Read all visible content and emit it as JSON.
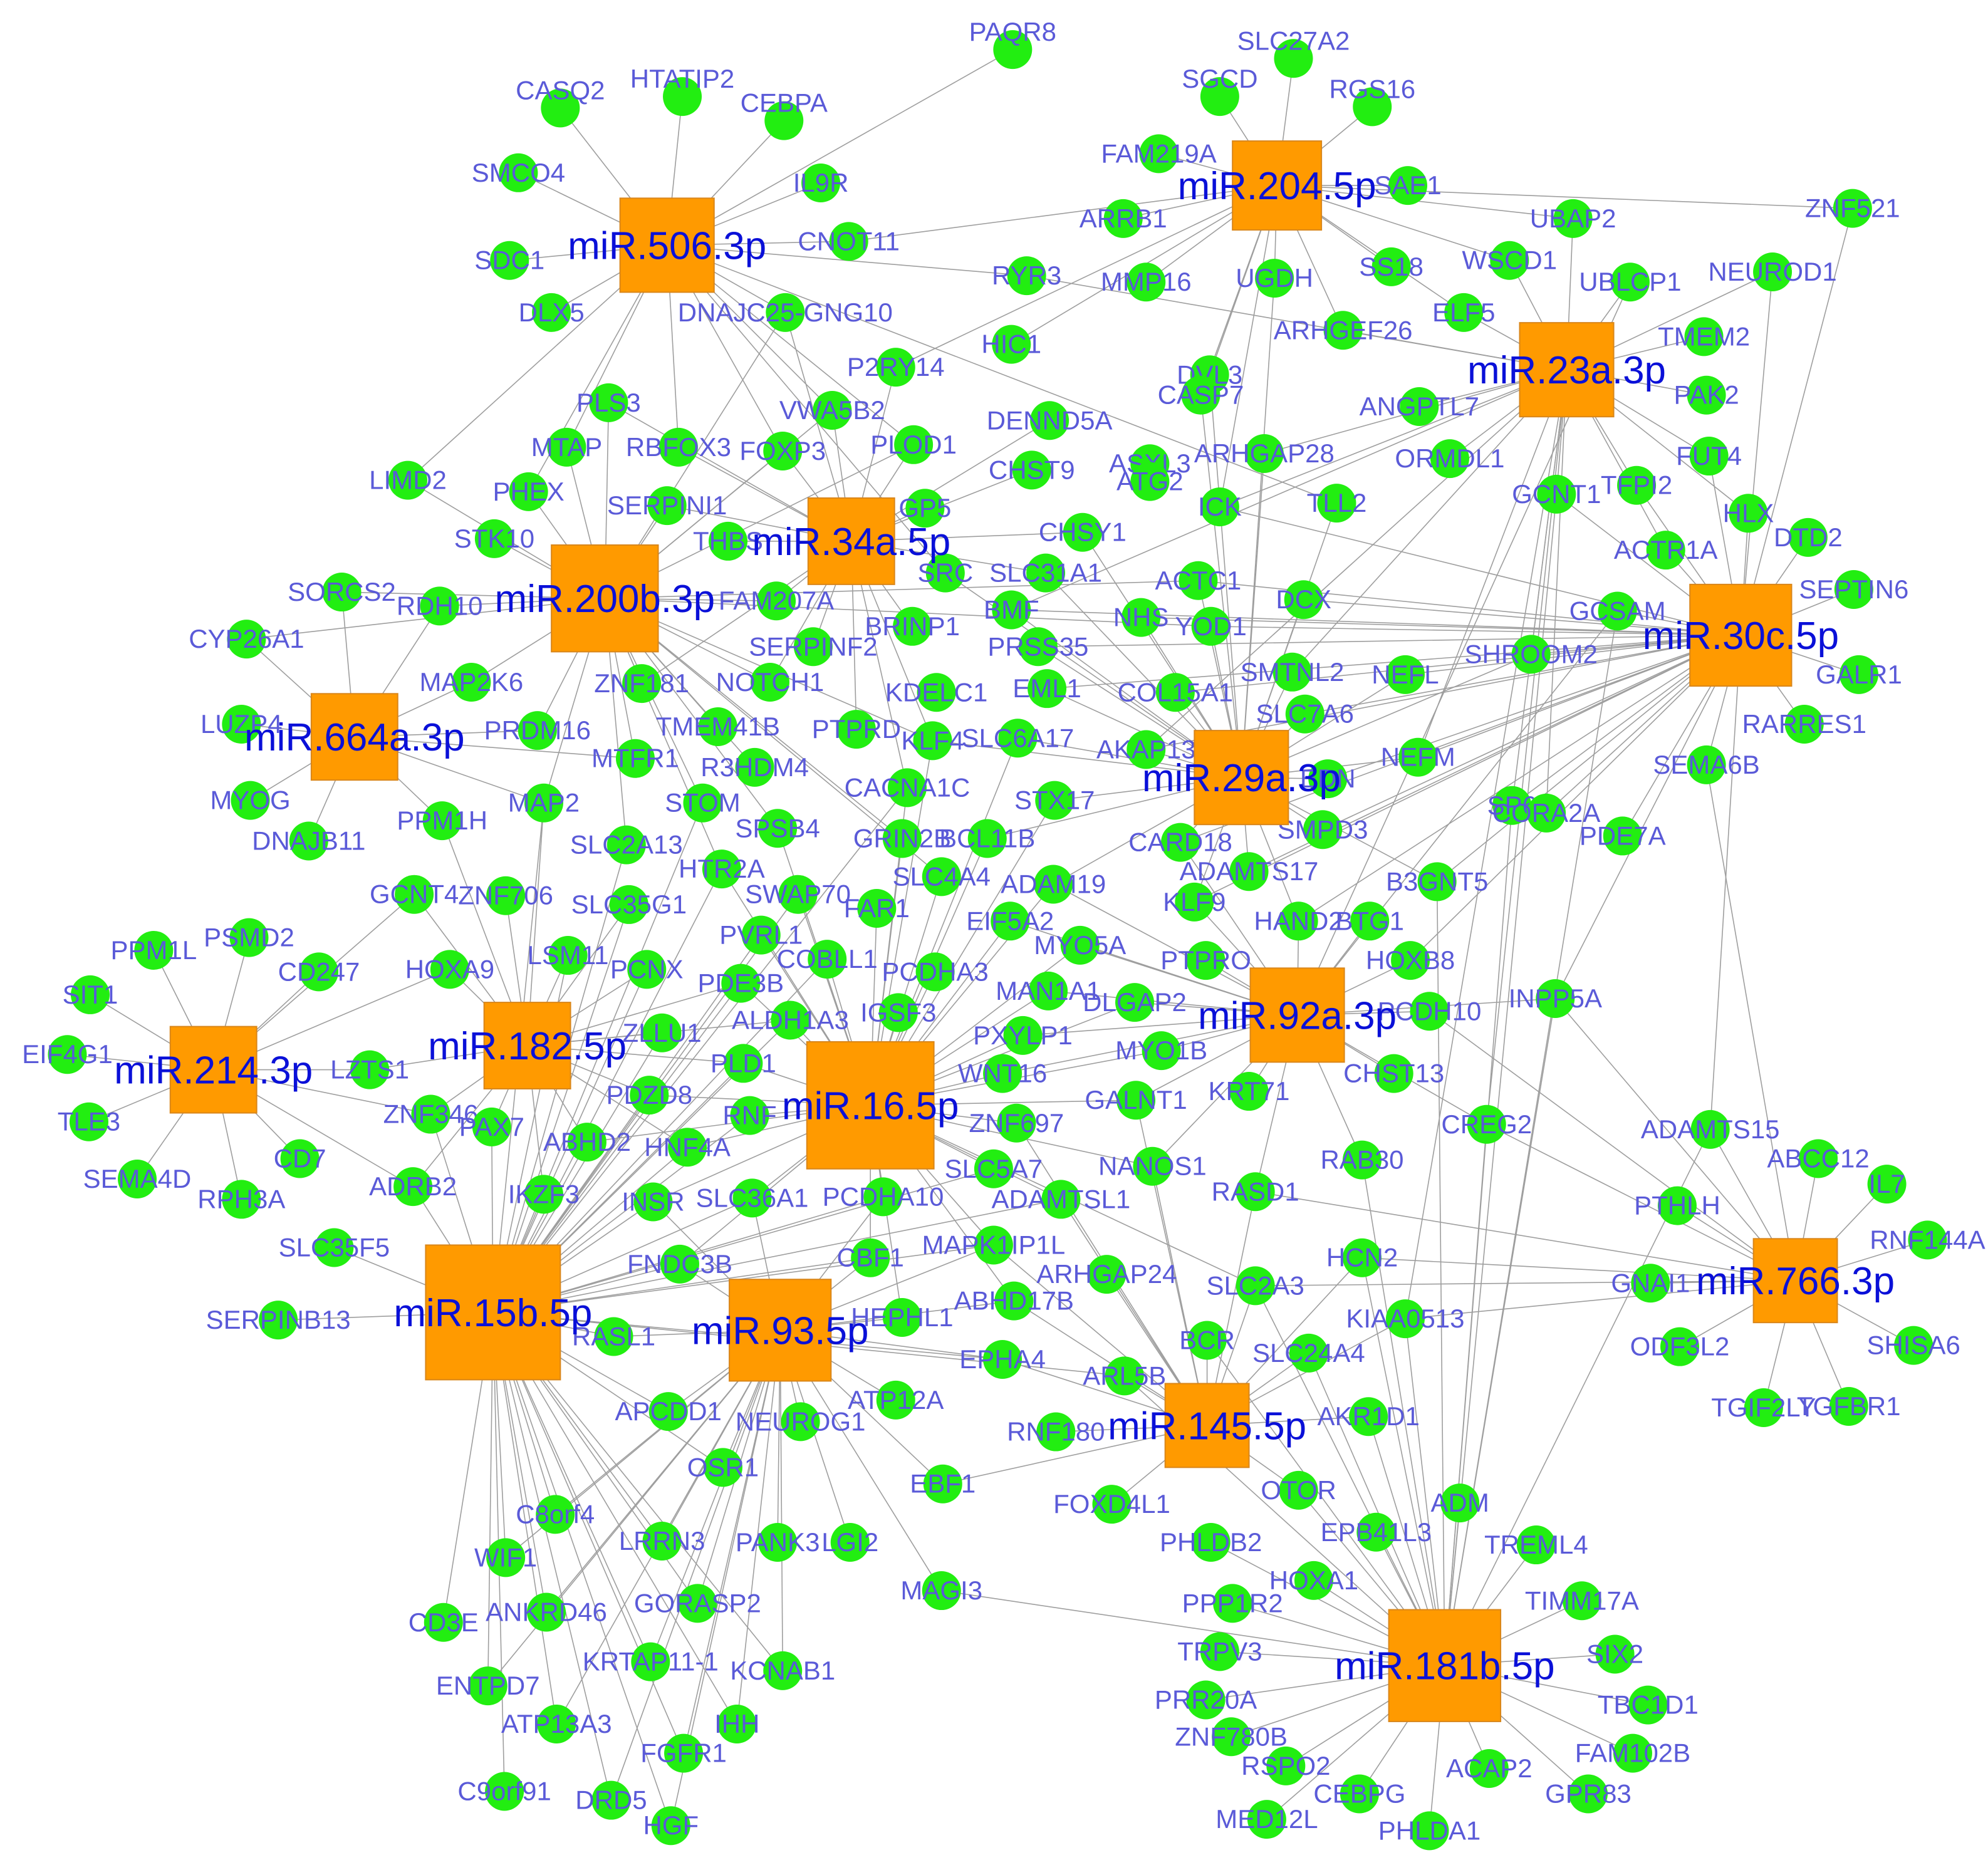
{
  "diagram": {
    "type": "mirna-gene-interaction-network",
    "colors": {
      "mirna_node": "#ff9a00",
      "gene_node": "#22ee11",
      "gene_label": "#5a5ad8",
      "mirna_label": "#0a10d8",
      "edge": "#9e9e9e"
    },
    "mirnas": [
      "miR.506.3p",
      "miR.204.5p",
      "miR.23a.3p",
      "miR.34a.5p",
      "miR.200b.3p",
      "miR.30c.5p",
      "miR.664a.3p",
      "miR.29a.3p",
      "miR.92a.3p",
      "miR.214.3p",
      "miR.182.5p",
      "miR.16.5p",
      "miR.15b.5p",
      "miR.93.5p",
      "miR.766.3p",
      "miR.145.5p",
      "miR.181b.5p"
    ],
    "genes": [
      "PAQR8",
      "SLC27A2",
      "CASQ2",
      "HTATIP2",
      "CEBPA",
      "SGCD",
      "RGS16",
      "FAM219A",
      "SMCO4",
      "IL9R",
      "SAE1",
      "ARRB1",
      "UBAP2",
      "ZNF521",
      "CNOT11",
      "SDC1",
      "RYR3",
      "MMP16",
      "UGDH",
      "SS18",
      "WSCD1",
      "UBLCP1",
      "NEUROD1",
      "DLX5",
      "DNAJC25-GNG10",
      "HIC1",
      "ARHGEF26",
      "ELF5",
      "TMEM2",
      "P2RY14",
      "DVL3",
      "PLS3",
      "VWA5B2",
      "CASP7",
      "ANGPTL7",
      "PAK2",
      "MTAP",
      "RBFOX3",
      "FOXP3",
      "PLOD1",
      "DENND5A",
      "ARHGAP28",
      "ORMDL1",
      "FUT4",
      "LIMD2",
      "PHEX",
      "CHST9",
      "ASXL3",
      "ATG2",
      "TFPI2",
      "GCNT1",
      "SERPINI1",
      "GP5",
      "ICK",
      "TLL2",
      "HLX",
      "DTD2",
      "STK10",
      "THBS",
      "CHSY1",
      "ACTR1A",
      "SRC",
      "SLC31A1",
      "ACTC1",
      "SEPTIN6",
      "SORCS2",
      "RDH10",
      "FAM207A",
      "BMF",
      "NHS",
      "YOD1",
      "DCX",
      "GCSAM",
      "CYP26A1",
      "BRINP1",
      "PRSS35",
      "SERPINF2",
      "SMTNL2",
      "SHROOM2",
      "GALR1",
      "MAP2K6",
      "ZNF181",
      "NOTCH1",
      "KDELC1",
      "EML1",
      "COL15A1",
      "NEFL",
      "LUZP4",
      "PRDM16",
      "TMEM41B",
      "PTPRD",
      "KLF4",
      "SLC6A17",
      "SLC7A6",
      "RARRES1",
      "AKAP13",
      "NEFM",
      "SEMA6B",
      "MTFR1",
      "R3HDM4",
      "CACNA1C",
      "STX17",
      "MYOG",
      "MAP2",
      "STOM",
      "EDN",
      "PPM1H",
      "SMPD3",
      "SP6",
      "CORA2A",
      "PDE7A",
      "DNAJB11",
      "SLC2A13",
      "SPSB4",
      "GRIN2B",
      "BCL11B",
      "CARD18",
      "HTR2A",
      "SLC4A4",
      "ADAM19",
      "ADAMTS17",
      "B3GNT5",
      "GCNT4",
      "ZNF706",
      "SLC35G1",
      "SWAP70",
      "FAR1",
      "EIF5A2",
      "KLF9",
      "HAND2",
      "BTG1",
      "PPM1L",
      "PSMD2",
      "PVRL1",
      "MYO5A",
      "HOXB8",
      "CD247",
      "HOXA9",
      "LSM11",
      "PCNX",
      "COBLL1",
      "PCDHA3",
      "PTPRO",
      "INPP5A",
      "SIT1",
      "PDE3B",
      "MAN1A1",
      "DLGAP2",
      "PCDH10",
      "EIF4G1",
      "ALDH1A3",
      "IGSF3",
      "ZLLU1",
      "PXYLP1",
      "MYO1B",
      "LZTS1",
      "PLD1",
      "WNT16",
      "CHST13",
      "TLE3",
      "ZNF346",
      "PDZD8",
      "KRT71",
      "CREG2",
      "ADAMTS15",
      "GALNT1",
      "ABCC12",
      "PAX7",
      "RNF",
      "ZNF697",
      "CD7",
      "ABHD2",
      "HNF4A",
      "SLC5A7",
      "NANOS1",
      "RAB30",
      "SEMA4D",
      "IL7",
      "ADRB2",
      "IKZF3",
      "RASD1",
      "PTHLH",
      "RPH3A",
      "INSR",
      "SLC36A1",
      "PCDHA10",
      "ADAMTSL1",
      "RNF144A",
      "SLC35F5",
      "MAPK1IP1L",
      "HCN2",
      "FNDC3B",
      "CBF1",
      "ARHGAP24",
      "GNAI1",
      "SLC2A3",
      "SERPINB13",
      "ABHD17B",
      "KIAA0513",
      "RASL1",
      "HEPHL1",
      "BCR",
      "ODF3L2",
      "SHISA6",
      "EPHA4",
      "SLC24A4",
      "ARL5B",
      "TGIF2LY",
      "TGFBR1",
      "APCDD1",
      "ATP12A",
      "NEUROG1",
      "AKR1D1",
      "RNF180",
      "OSR1",
      "OTOR",
      "ADM",
      "C8orf4",
      "EBF1",
      "FOXD4L1",
      "EPB41L3",
      "WIF1",
      "LRRN3",
      "PANK3",
      "LGI2",
      "PHLDB2",
      "TREML4",
      "HOXA1",
      "ANKRD46",
      "MAGI3",
      "TIMM17A",
      "CD3E",
      "GORASP2",
      "PPP1R2",
      "KRTAP11-1",
      "TRPV3",
      "SIX2",
      "KCNAB1",
      "ENTPD7",
      "TBC1D1",
      "PRR20A",
      "ATP13A3",
      "IHH",
      "ZNF780B",
      "FGFR1",
      "FAM102B",
      "RSPO2",
      "ACAP2",
      "C9orf91",
      "DRD5",
      "CEBPG",
      "GPR83",
      "MED12L",
      "PHLDA1",
      "HGF"
    ]
  }
}
